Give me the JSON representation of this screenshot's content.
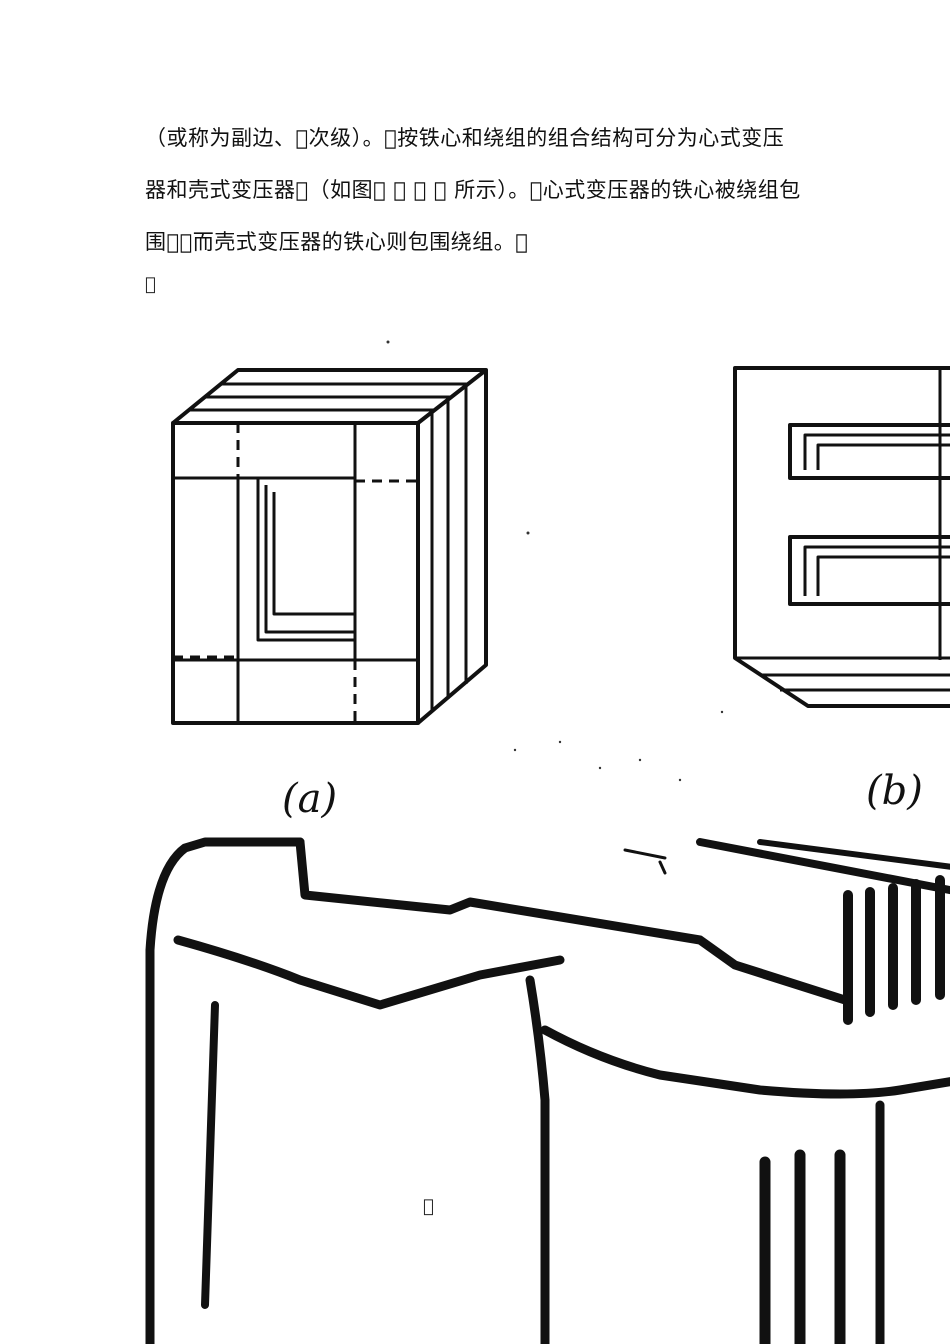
{
  "document": {
    "paragraph_lines": [
      "（或称为副边、􏿿次级）。􏿿按铁心和绕组的组合结构可分为心式变压",
      "器和壳式变压器􏿿（如图􏿿 􏿿 􏿿 􏿿 所示）。􏿿心式变压器的铁心被绕组包",
      "围􏿿，而壳式变压器的铁心则包围绕组。􏿿"
    ],
    "blank_marker_1": "􏿿",
    "blank_marker_2": "􏿿"
  },
  "figures": {
    "caption_a": "(a)",
    "caption_b": "(b)"
  }
}
